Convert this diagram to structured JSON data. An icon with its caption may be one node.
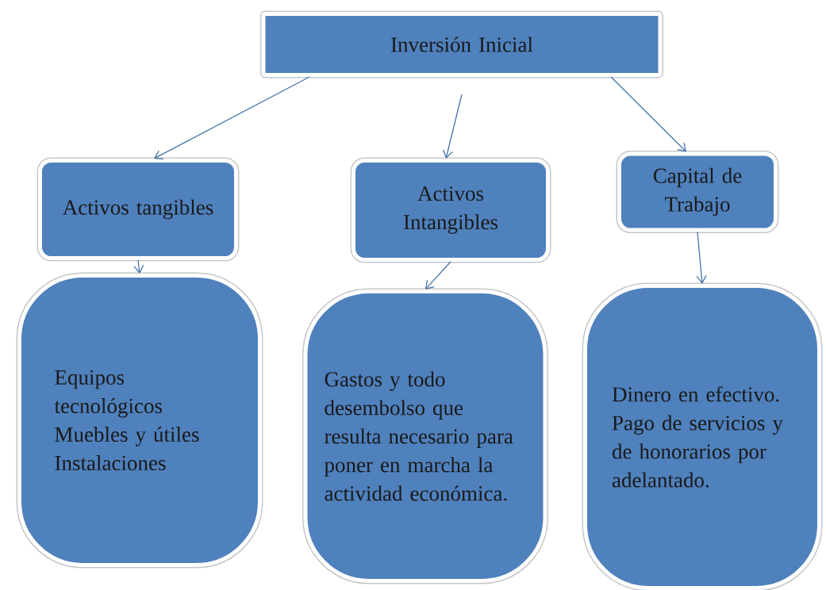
{
  "diagram": {
    "nodes": [
      {
        "text": [
          "Inversión Inicial"
        ]
      },
      {
        "text": [
          "Activos tangibles"
        ]
      },
      {
        "text": [
          "Activos Intangibles"
        ]
      },
      {
        "text": [
          "Capital de Trabajo"
        ]
      },
      {
        "text": [
          "Equipos tecnológicos",
          "Muebles y útiles",
          "Instalaciones"
        ]
      },
      {
        "text": [
          "Gastos y todo desembolso que resulta necesario para poner en marcha la actividad económica."
        ]
      },
      {
        "text": [
          "Dinero en efectivo.",
          "Pago de servicios y de honorarios por adelantado."
        ]
      }
    ],
    "edges": [
      {
        "from": 0,
        "to": 1,
        "arrow": "to"
      },
      {
        "from": 0,
        "to": 2,
        "arrow": "to"
      },
      {
        "from": 0,
        "to": 3,
        "arrow": "to"
      },
      {
        "from": 1,
        "to": 4,
        "arrow": "to"
      },
      {
        "from": 2,
        "to": 5,
        "arrow": "to"
      },
      {
        "from": 3,
        "to": 6,
        "arrow": "to"
      }
    ]
  }
}
